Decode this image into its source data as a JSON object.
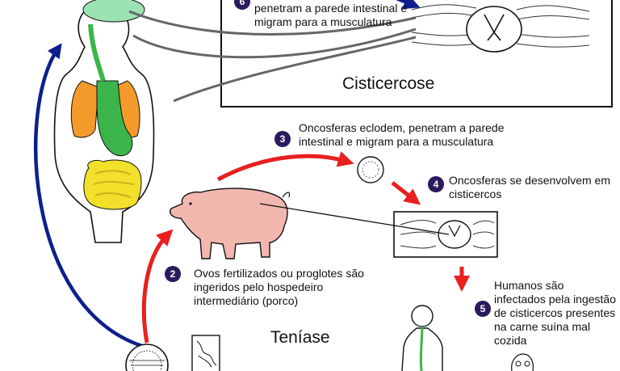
{
  "steps": [
    {
      "num": "6",
      "text": "penetram a parede intestinal e migram para a musculatura"
    },
    {
      "num": "3",
      "text": "Oncosferas eclodem, penetram a parede intestinal e migram para a musculatura"
    },
    {
      "num": "4",
      "text": "Oncosferas se desenvolvem em cisticercos"
    },
    {
      "num": "2",
      "text": "Ovos fertilizados ou proglotes são ingeridos pelo hospedeiro intermediário (porco)"
    },
    {
      "num": "5",
      "text": "Humanos são infectados pela ingestão de cisticercos presentes na carne suína mal cozida"
    }
  ],
  "headings": {
    "cysticercosis": "Cisticercose",
    "taeniasis": "Teníase"
  },
  "colors": {
    "red_arrow": "#e8201e",
    "blue_arrow": "#0d1f8c",
    "step_badge": "#2b1a5e",
    "lungs": "#f39a2a",
    "intestine": "#f3e02b",
    "organ_green": "#3bb54a",
    "brain": "#9be3b2",
    "pig": "#f2b8b0"
  },
  "icons": [
    "human-body-icon",
    "pig-icon",
    "oncosphere-icon",
    "cysticercus-icon",
    "egg-icon",
    "proglottid-icon",
    "scolex-icon"
  ]
}
